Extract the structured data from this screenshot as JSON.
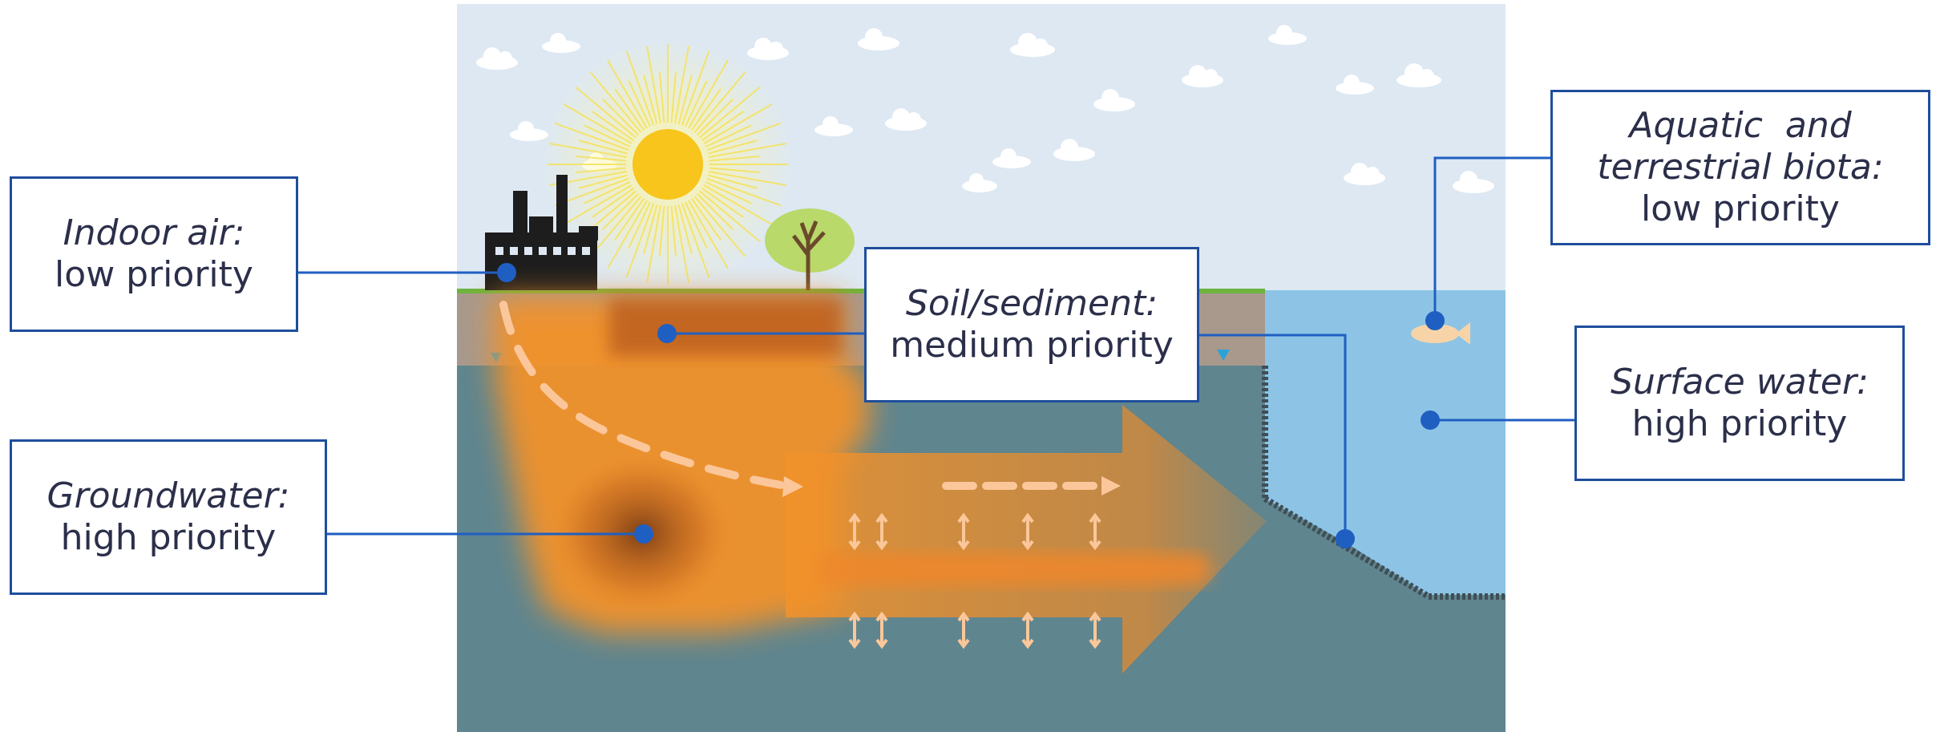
{
  "labels": {
    "indoor_air": {
      "title": "Indoor air:",
      "status": "low priority"
    },
    "groundwater": {
      "title": "Groundwater:",
      "status": "high priority"
    },
    "soil": {
      "title": "Soil/sediment:",
      "status": "medium priority"
    },
    "biota": {
      "title_line1": "Aquatic  and",
      "title_line2": "terrestrial biota:",
      "status": "low priority"
    },
    "surface_water": {
      "title": "Surface water:",
      "status": "high priority"
    }
  },
  "colors": {
    "sky": "#dde8f3",
    "sun": "#f7c51b",
    "soil": "#a8998c",
    "groundwater": "#5f858f",
    "surface_water": "#8dc4e6",
    "plume": "#f2922a",
    "plume_core": "#8a4a1c",
    "connector": "#1f5fc2",
    "border": "#1f4e9c",
    "grass": "#6db33f"
  }
}
